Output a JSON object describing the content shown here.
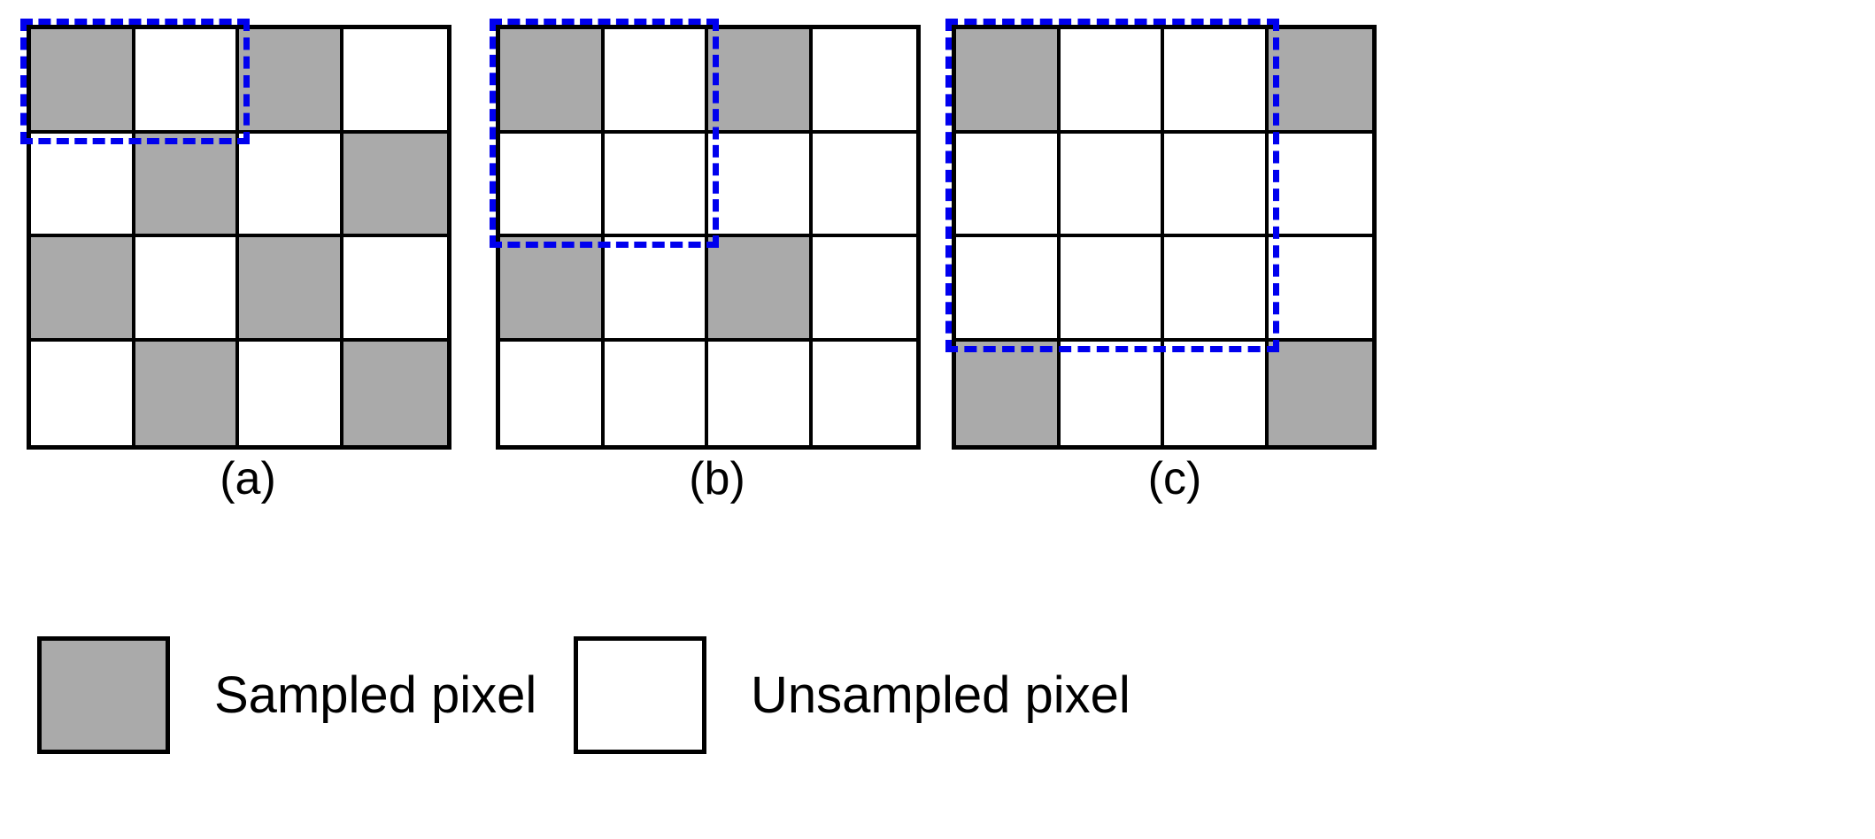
{
  "figure": {
    "colors": {
      "sampled_fill": "#aaaaaa",
      "unsampled_fill": "#ffffff",
      "grid_line": "#000000",
      "window_outline": "#0000ee",
      "background": "#ffffff"
    },
    "panels": [
      {
        "id": "a",
        "label": "(a)",
        "rows": 4,
        "cols": 4,
        "cells": [
          [
            "sampled",
            "unsampled",
            "sampled",
            "unsampled"
          ],
          [
            "unsampled",
            "sampled",
            "unsampled",
            "sampled"
          ],
          [
            "sampled",
            "unsampled",
            "sampled",
            "unsampled"
          ],
          [
            "unsampled",
            "sampled",
            "unsampled",
            "sampled"
          ]
        ],
        "window": {
          "row_start": 1,
          "row_end": 1,
          "col_start": 1,
          "col_end": 2
        }
      },
      {
        "id": "b",
        "label": "(b)",
        "rows": 4,
        "cols": 4,
        "cells": [
          [
            "sampled",
            "unsampled",
            "sampled",
            "unsampled"
          ],
          [
            "unsampled",
            "unsampled",
            "unsampled",
            "unsampled"
          ],
          [
            "sampled",
            "unsampled",
            "sampled",
            "unsampled"
          ],
          [
            "unsampled",
            "unsampled",
            "unsampled",
            "unsampled"
          ]
        ],
        "window": {
          "row_start": 1,
          "row_end": 2,
          "col_start": 1,
          "col_end": 2
        }
      },
      {
        "id": "c",
        "label": "(c)",
        "rows": 4,
        "cols": 4,
        "cells": [
          [
            "sampled",
            "unsampled",
            "unsampled",
            "sampled"
          ],
          [
            "unsampled",
            "unsampled",
            "unsampled",
            "unsampled"
          ],
          [
            "unsampled",
            "unsampled",
            "unsampled",
            "unsampled"
          ],
          [
            "sampled",
            "unsampled",
            "unsampled",
            "sampled"
          ]
        ],
        "window": {
          "row_start": 1,
          "row_end": 3,
          "col_start": 1,
          "col_end": 3
        }
      }
    ],
    "legend": {
      "sampled_label": "Sampled pixel",
      "unsampled_label": "Unsampled pixel"
    }
  }
}
